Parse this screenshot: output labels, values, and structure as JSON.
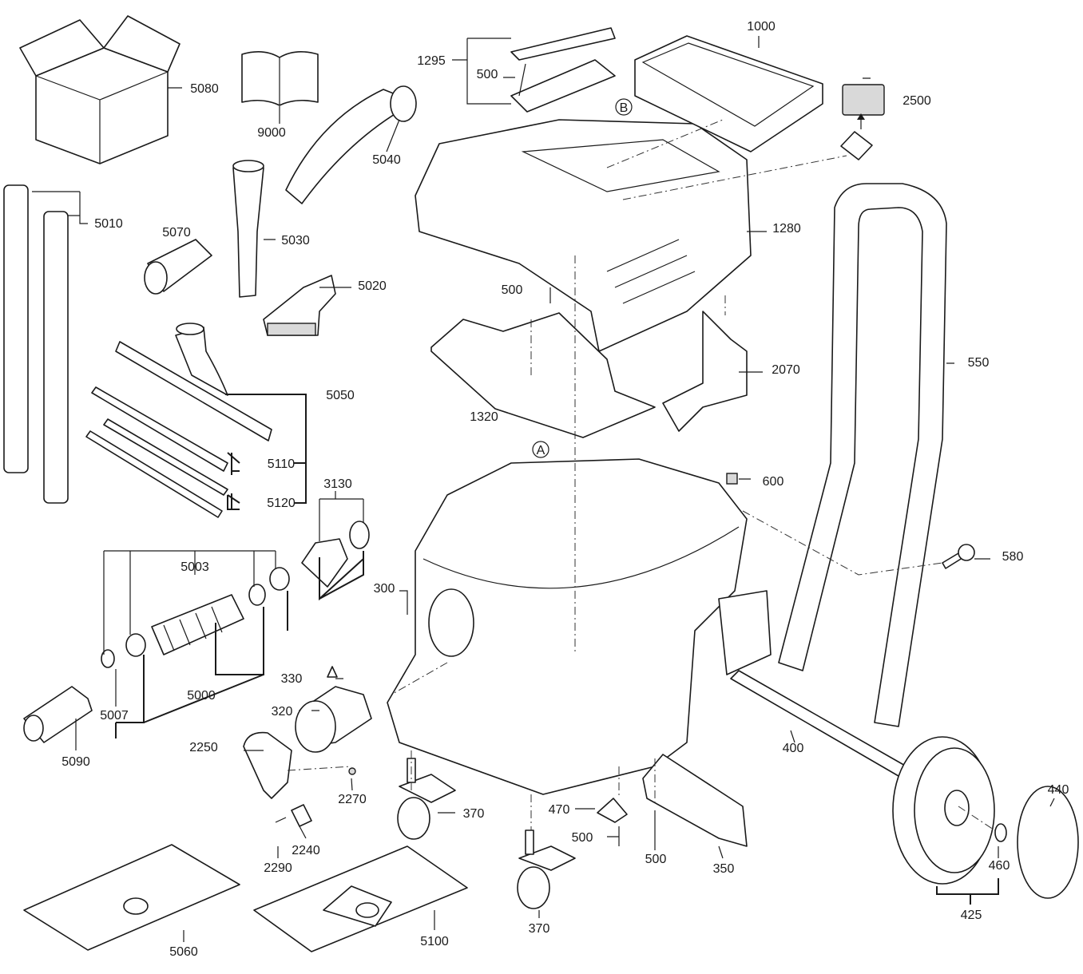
{
  "diagram": {
    "part_labels": [
      "1000",
      "1295",
      "500",
      "5080",
      "2500",
      "9000",
      "5040",
      "5010",
      "1280",
      "5070",
      "5030",
      "5020",
      "500",
      "2070",
      "550",
      "5050",
      "1320",
      "5110",
      "600",
      "3130",
      "5120",
      "5003",
      "580",
      "300",
      "330",
      "320",
      "5007",
      "5000",
      "400",
      "2250",
      "5090",
      "440",
      "2270",
      "370",
      "470",
      "500",
      "500",
      "460",
      "350",
      "2240",
      "2290",
      "425",
      "370",
      "5060",
      "5100"
    ],
    "section_markers": [
      "A",
      "B"
    ]
  }
}
